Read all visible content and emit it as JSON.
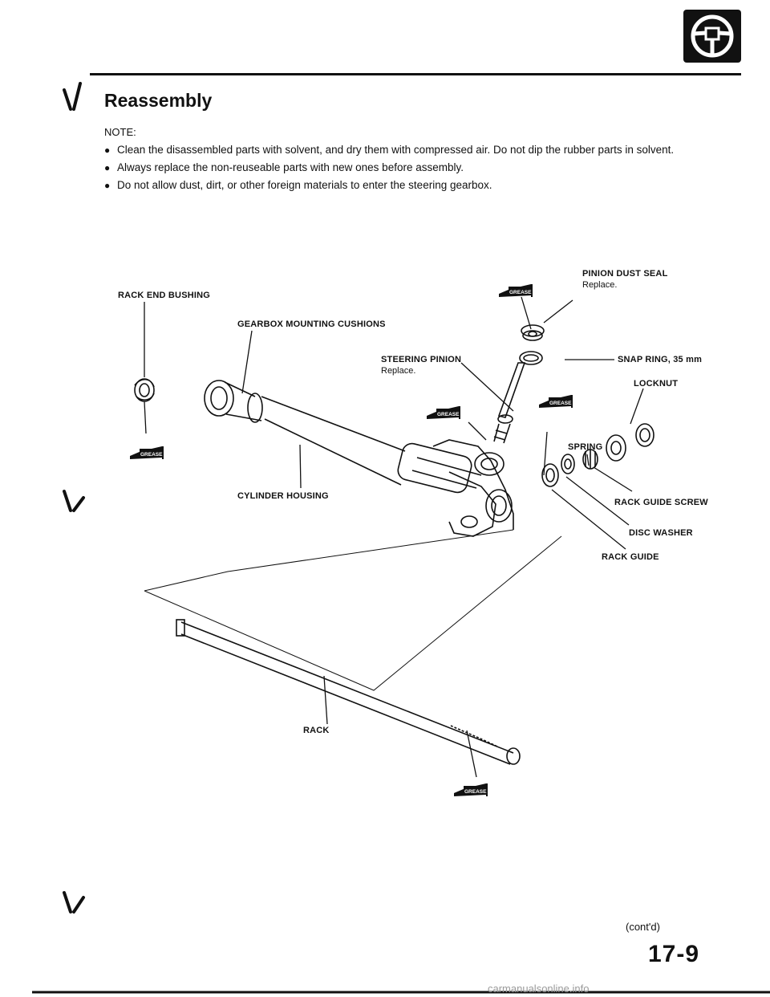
{
  "header": {
    "icon": "steering-wheel-icon",
    "title": "Reassembly"
  },
  "note": {
    "label": "NOTE:",
    "items": [
      "Clean the disassembled parts with solvent, and dry them with compressed air. Do not dip the rubber parts in solvent.",
      "Always replace the non-reuseable parts with new ones before assembly.",
      "Do not allow dust, dirt, or other foreign materials to enter the steering gearbox."
    ]
  },
  "diagram": {
    "labels": {
      "pinion_dust_seal": "PINION DUST SEAL",
      "pinion_dust_seal_note": "Replace.",
      "rack_end_bushing": "RACK END BUSHING",
      "gearbox_mounting_cushions": "GEARBOX MOUNTING CUSHIONS",
      "steering_pinion": "STEERING PINION",
      "steering_pinion_note": "Replace.",
      "snap_ring": "SNAP RING, 35 mm",
      "locknut": "LOCKNUT",
      "spring": "SPRING",
      "cylinder_housing": "CYLINDER HOUSING",
      "rack_guide_screw": "RACK GUIDE SCREW",
      "disc_washer": "DISC WASHER",
      "rack_guide": "RACK GUIDE",
      "rack": "RACK"
    },
    "grease_symbol": "GREASE",
    "icons": [
      "grease-icon"
    ]
  },
  "footer": {
    "continued": "(cont'd)",
    "page_number": "17-9",
    "watermark": "carmanualsonline.info"
  }
}
